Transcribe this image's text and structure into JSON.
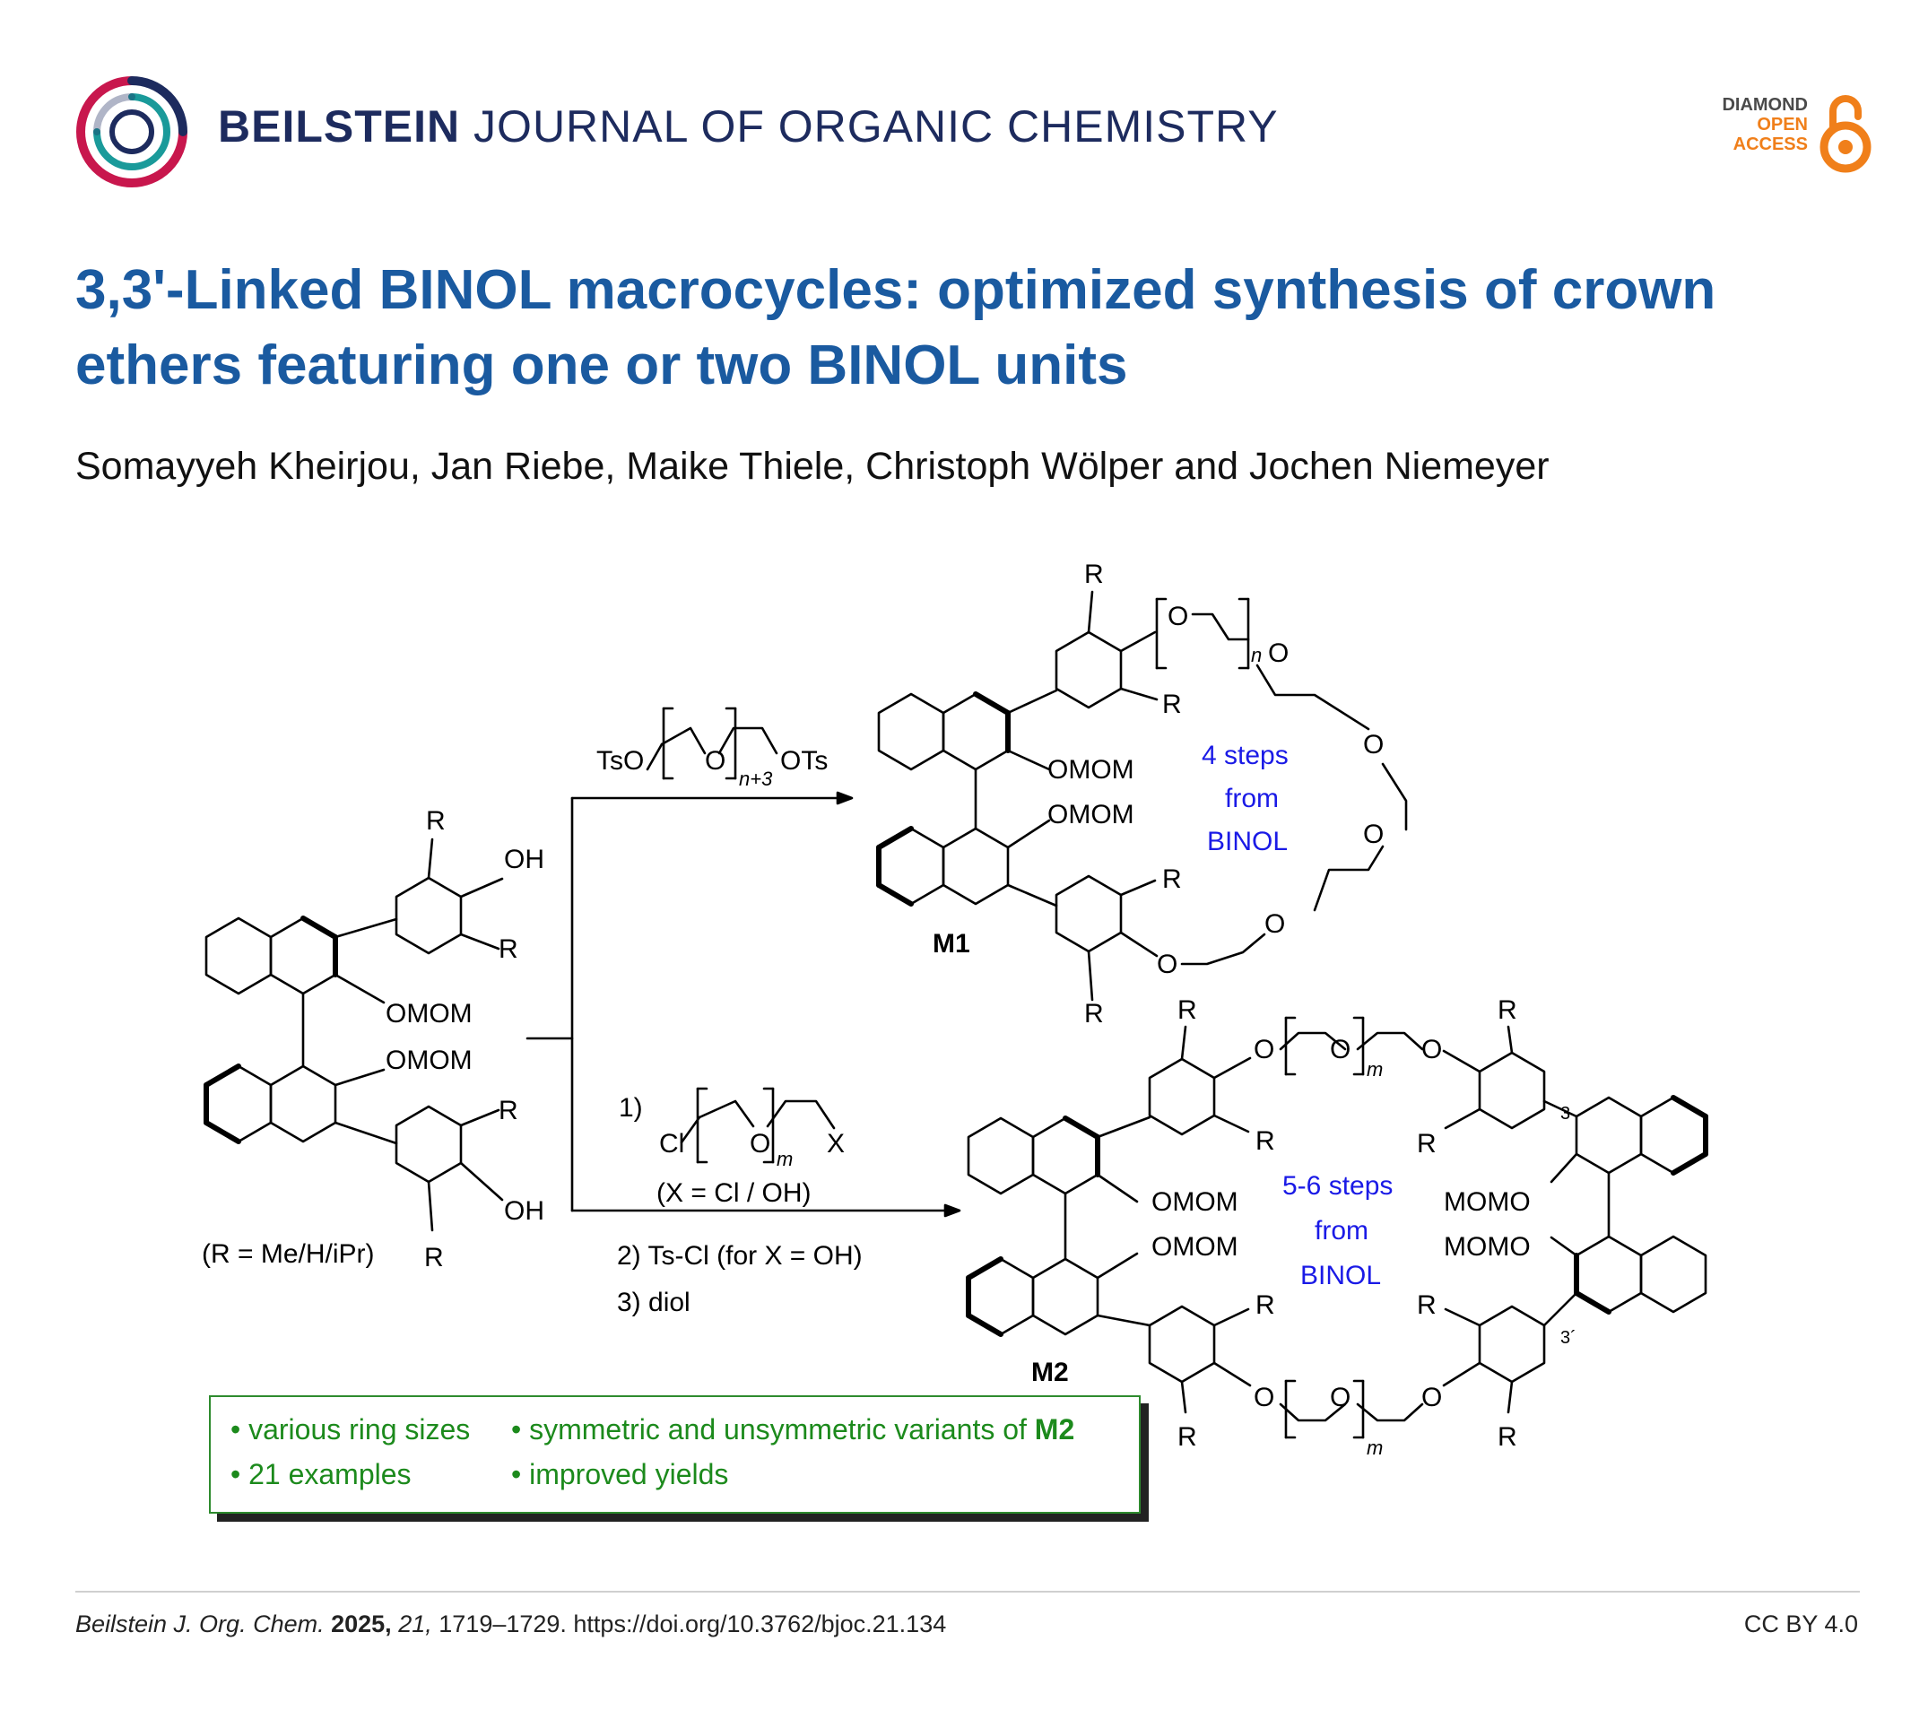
{
  "journal": {
    "name_bold": "BEILSTEIN",
    "name_rest": "JOURNAL OF ORGANIC CHEMISTRY",
    "logo_colors": [
      "#1d2b5e",
      "#c8174d",
      "#1a9a9a"
    ]
  },
  "badge": {
    "line1": "DIAMOND",
    "line2": "OPEN",
    "line3": "ACCESS",
    "icon": "open-lock-icon",
    "color": "#f07f1a"
  },
  "article": {
    "title": "3,3'-Linked BINOL macrocycles: optimized synthesis of crown ethers featuring one or two BINOL units",
    "authors": "Somayyeh Kheirjou, Jan Riebe, Maike Thiele, Christoph Wölper and Jochen Niemeyer"
  },
  "scheme": {
    "substituent_R": "R",
    "hydroxy": "OH",
    "omom": "OMOM",
    "momo": "MOMO",
    "oxygen": "O",
    "r_definition": "(R = Me/H/iPr)",
    "reagent_top_left": "TsO",
    "reagent_top_right": "OTs",
    "reagent_top_subscript": "n+3",
    "m1_label": "M1",
    "m1_ring_subscript": "n",
    "m1_steps": [
      "4 steps",
      "from",
      "BINOL"
    ],
    "step1_number": "1)",
    "reagent_cl": "Cl",
    "reagent_x": "X",
    "reagent_subscript_m": "m",
    "x_definition": "(X = Cl / OH)",
    "step2": "2) Ts-Cl (for X = OH)",
    "step3": "3) diol",
    "m2_label": "M2",
    "m2_steps": [
      "5-6 steps",
      "from",
      "BINOL"
    ],
    "position_3": "3",
    "position_3prime": "3´",
    "steps_color": "#1a1ae6"
  },
  "highlights": {
    "items": [
      "• various ring sizes",
      "• symmetric and unsymmetric variants of",
      "• 21 examples",
      "• improved yields"
    ],
    "bold_suffix": "M2",
    "color": "#1c8a1c"
  },
  "footer": {
    "journal_abbr": "Beilstein J. Org. Chem.",
    "year": "2025,",
    "volume": "21,",
    "pages_doi": "1719–1729. https://doi.org/10.3762/bjoc.21.134",
    "license": "CC BY 4.0"
  }
}
